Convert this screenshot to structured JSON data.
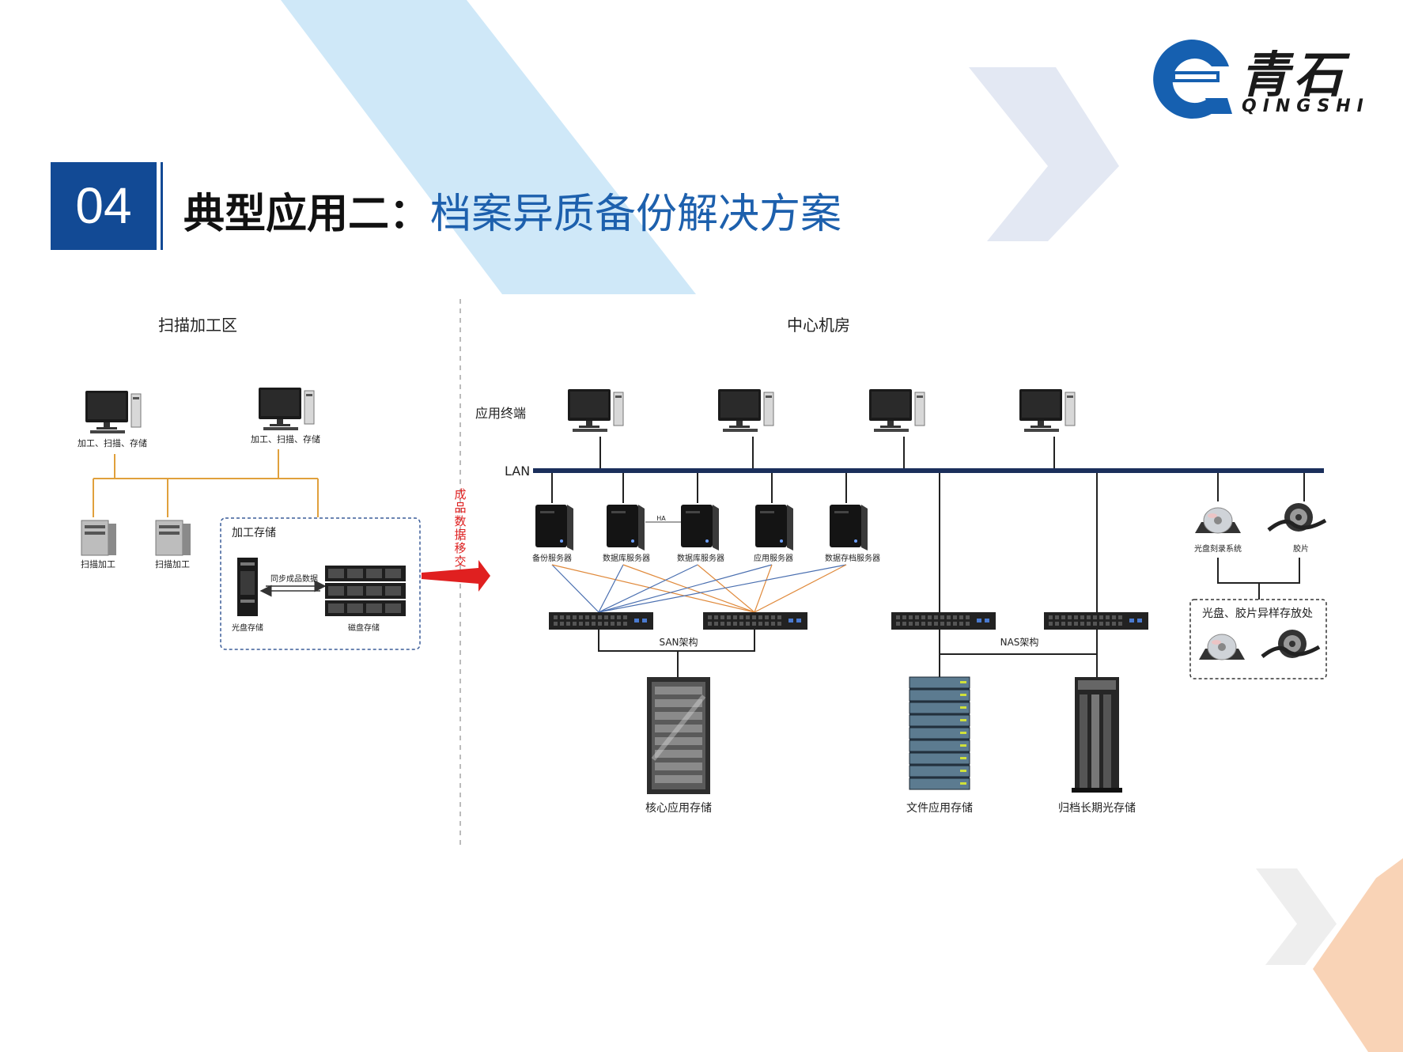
{
  "header": {
    "section_number": "04",
    "title_prefix": "典型应用二：",
    "title_main": "档案异质备份解决方案"
  },
  "logo": {
    "chinese": "青石",
    "english": "QINGSHI"
  },
  "colors": {
    "brand_blue": "#124a95",
    "title_blue": "#1d60ad",
    "lan_bus": "#1b2f5b",
    "orange_line": "#e0a03c",
    "arrow_red": "#e02020"
  },
  "zones": {
    "left": "扫描加工区",
    "right": "中心机房"
  },
  "left_area": {
    "terminal_labels": [
      "加工、扫描、存储",
      "加工、扫描、存储"
    ],
    "scanner_labels": [
      "扫描加工",
      "扫描加工"
    ],
    "storage_box_title": "加工存储",
    "sync_label": "同步成品数据",
    "optical_label": "光盘存储",
    "disk_label": "磁盘存储"
  },
  "transfer_label": "成品数据移交",
  "right_area": {
    "terminal_row_label": "应用终端",
    "lan_label": "LAN",
    "servers": [
      "备份服务器",
      "数据库服务器",
      "数据库服务器",
      "应用服务器",
      "数据存档服务器"
    ],
    "ha_label": "HA",
    "san_label": "SAN架构",
    "nas_label": "NAS架构",
    "storage": [
      "核心应用存储",
      "文件应用存储",
      "归档长期光存储"
    ],
    "media": [
      "光盘刻录系统",
      "胶片"
    ],
    "offsite_title": "光盘、胶片异样存放处"
  }
}
